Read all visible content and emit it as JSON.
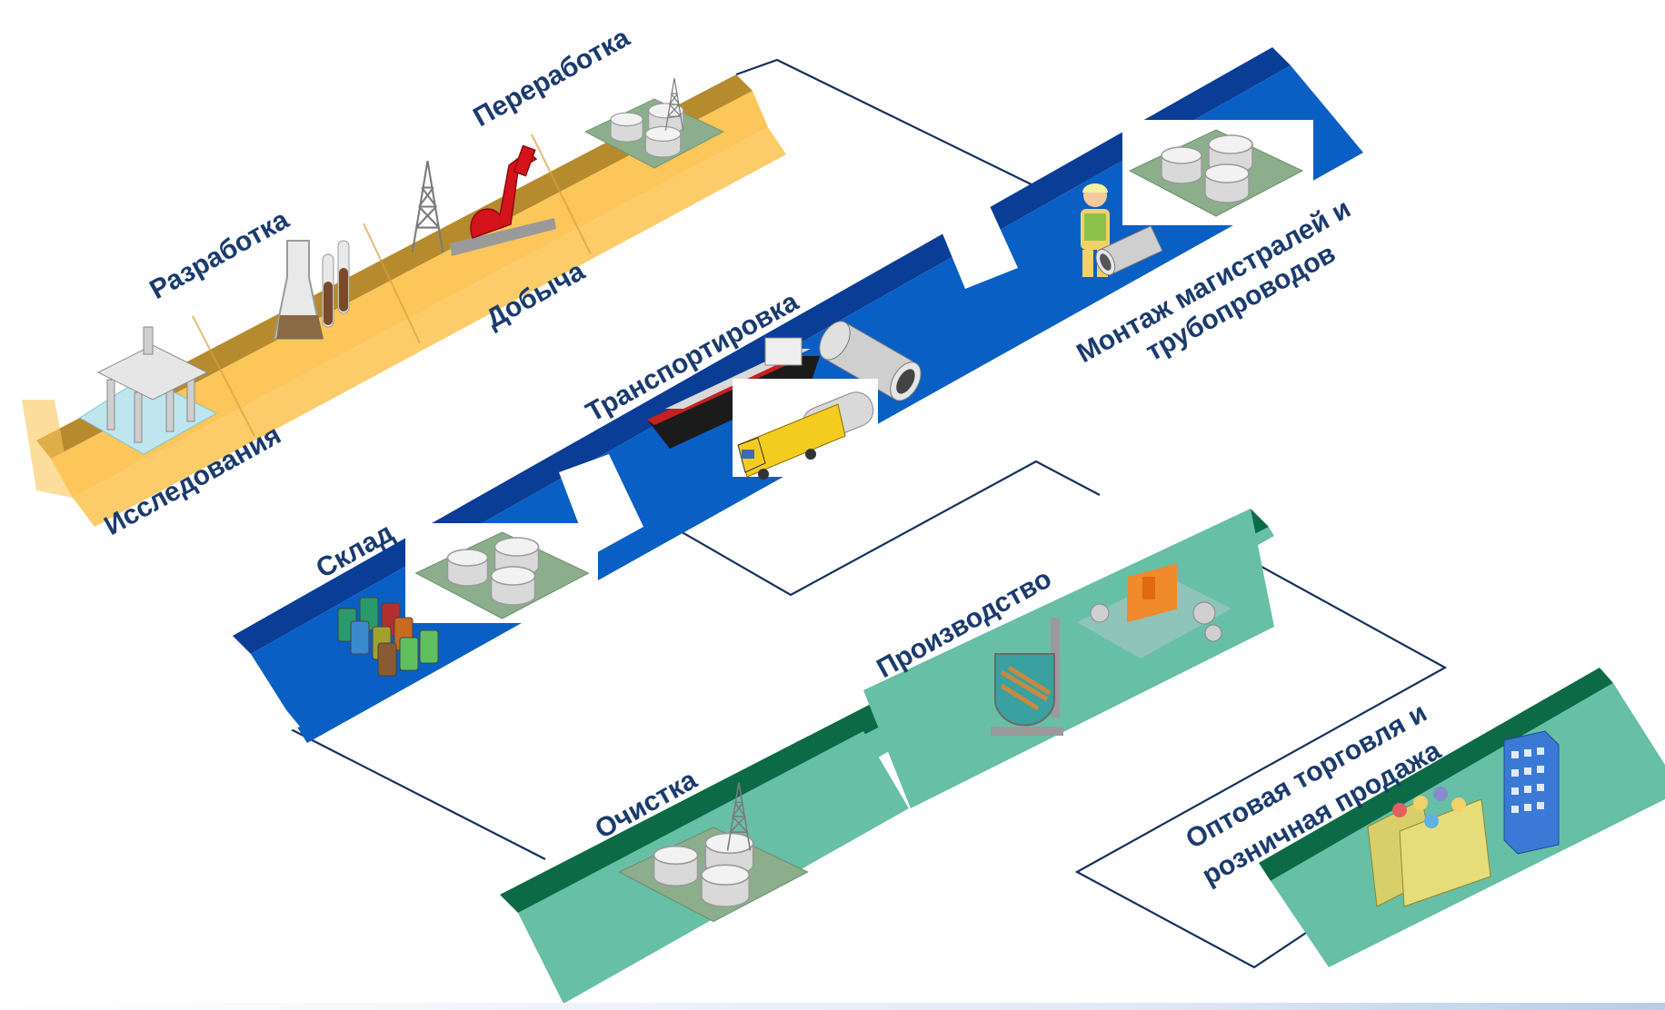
{
  "colors": {
    "upstream": "#fcc65a",
    "upstream_edge": "#c8901e",
    "midstream": "#0a5fc4",
    "midstream_edge": "#0a3d96",
    "downstream": "#67bfa6",
    "downstream_edge": "#0c6b46",
    "label": "#1a3b6e",
    "connector": "#16315e"
  },
  "labels": {
    "exploration": "Исследования",
    "development": "Разработка",
    "production": "Добыча",
    "processing": "Переработка",
    "pipeline_line1": "Монтаж магистралей и",
    "pipeline_line2": "трубопроводов",
    "transport": "Транспортировка",
    "storage": "Склад",
    "refining": "Очистка",
    "manufacturing": "Производство",
    "retail_line1": "Оптовая торговля и",
    "retail_line2": "розничная продажа"
  },
  "icons": {
    "offshore_platform": "offshore-platform-icon",
    "lab_flask": "lab-flask-icon",
    "derrick_pumpjack": "oil-derrick-pumpjack-icon",
    "processing_tanks": "processing-plant-tanks-icon",
    "pipeline_worker": "pipeline-worker-icon",
    "storage_tanks": "storage-tanks-icon",
    "tanker_ship": "tanker-ship-icon",
    "pipe": "pipe-segment-icon",
    "train": "tanker-train-icon",
    "barrels": "oil-barrels-icon",
    "refinery": "refinery-icon",
    "reactor": "reactor-vessel-icon",
    "factory": "factory-icon",
    "customers": "customers-group-icon",
    "office_building": "office-building-icon"
  }
}
